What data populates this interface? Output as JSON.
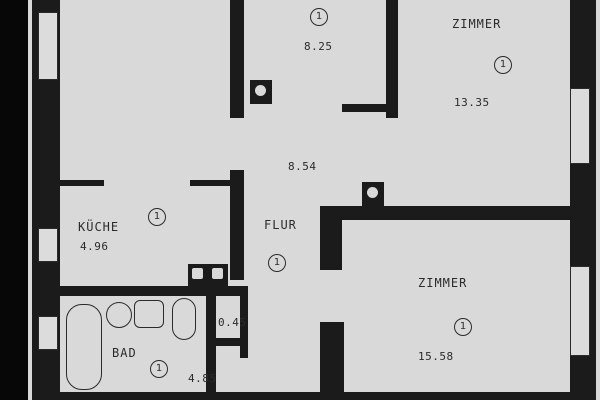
{
  "rooms": {
    "top_middle": {
      "area": "8.25",
      "marker": "1"
    },
    "zimmer_top": {
      "label": "ZIMMER",
      "area": "13.35",
      "marker": "1"
    },
    "hall_area": {
      "area": "8.54"
    },
    "kueche": {
      "label": "KÜCHE",
      "area": "4.96",
      "marker": "1"
    },
    "flur": {
      "label": "FLUR",
      "marker": "1"
    },
    "zimmer_bottom": {
      "label": "ZIMMER",
      "area": "15.58",
      "marker": "1"
    },
    "wc": {
      "area": "0.45"
    },
    "bad": {
      "label": "BAD",
      "area": "4.85",
      "marker": "1"
    }
  }
}
